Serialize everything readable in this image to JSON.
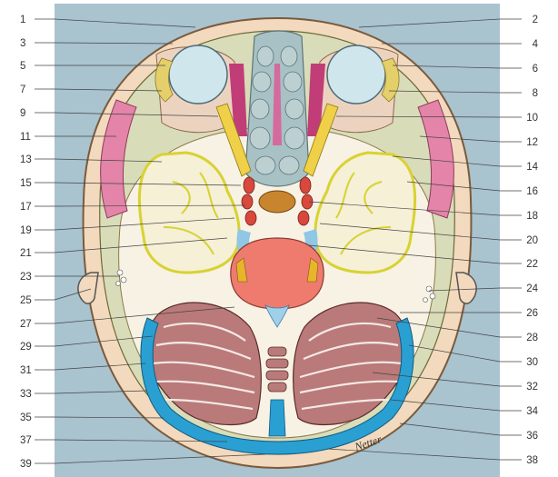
{
  "figure": {
    "left_labels": [
      "1",
      "3",
      "5",
      "7",
      "9",
      "11",
      "13",
      "15",
      "17",
      "19",
      "21",
      "23",
      "25",
      "27",
      "29",
      "31",
      "33",
      "35",
      "37",
      "39"
    ],
    "right_labels": [
      "2",
      "4",
      "6",
      "8",
      "10",
      "12",
      "14",
      "16",
      "18",
      "20",
      "22",
      "24",
      "26",
      "28",
      "30",
      "32",
      "34",
      "36",
      "38"
    ],
    "signature": "Netter",
    "colors": {
      "background_panel": "#a9c3cf",
      "skin": "#f3d9bd",
      "bone": "#d9dcb8",
      "eye": "#cfe6ec",
      "brain_lobe": "#f5f0d6",
      "brain_outline": "#d8d231",
      "cerebellum": "#b97a79",
      "brainstem": "#ee7b6e",
      "sinus_blue": "#2a9fd2",
      "vessel_red": "#d8483c",
      "muscle_pink": "#e384a8"
    }
  }
}
